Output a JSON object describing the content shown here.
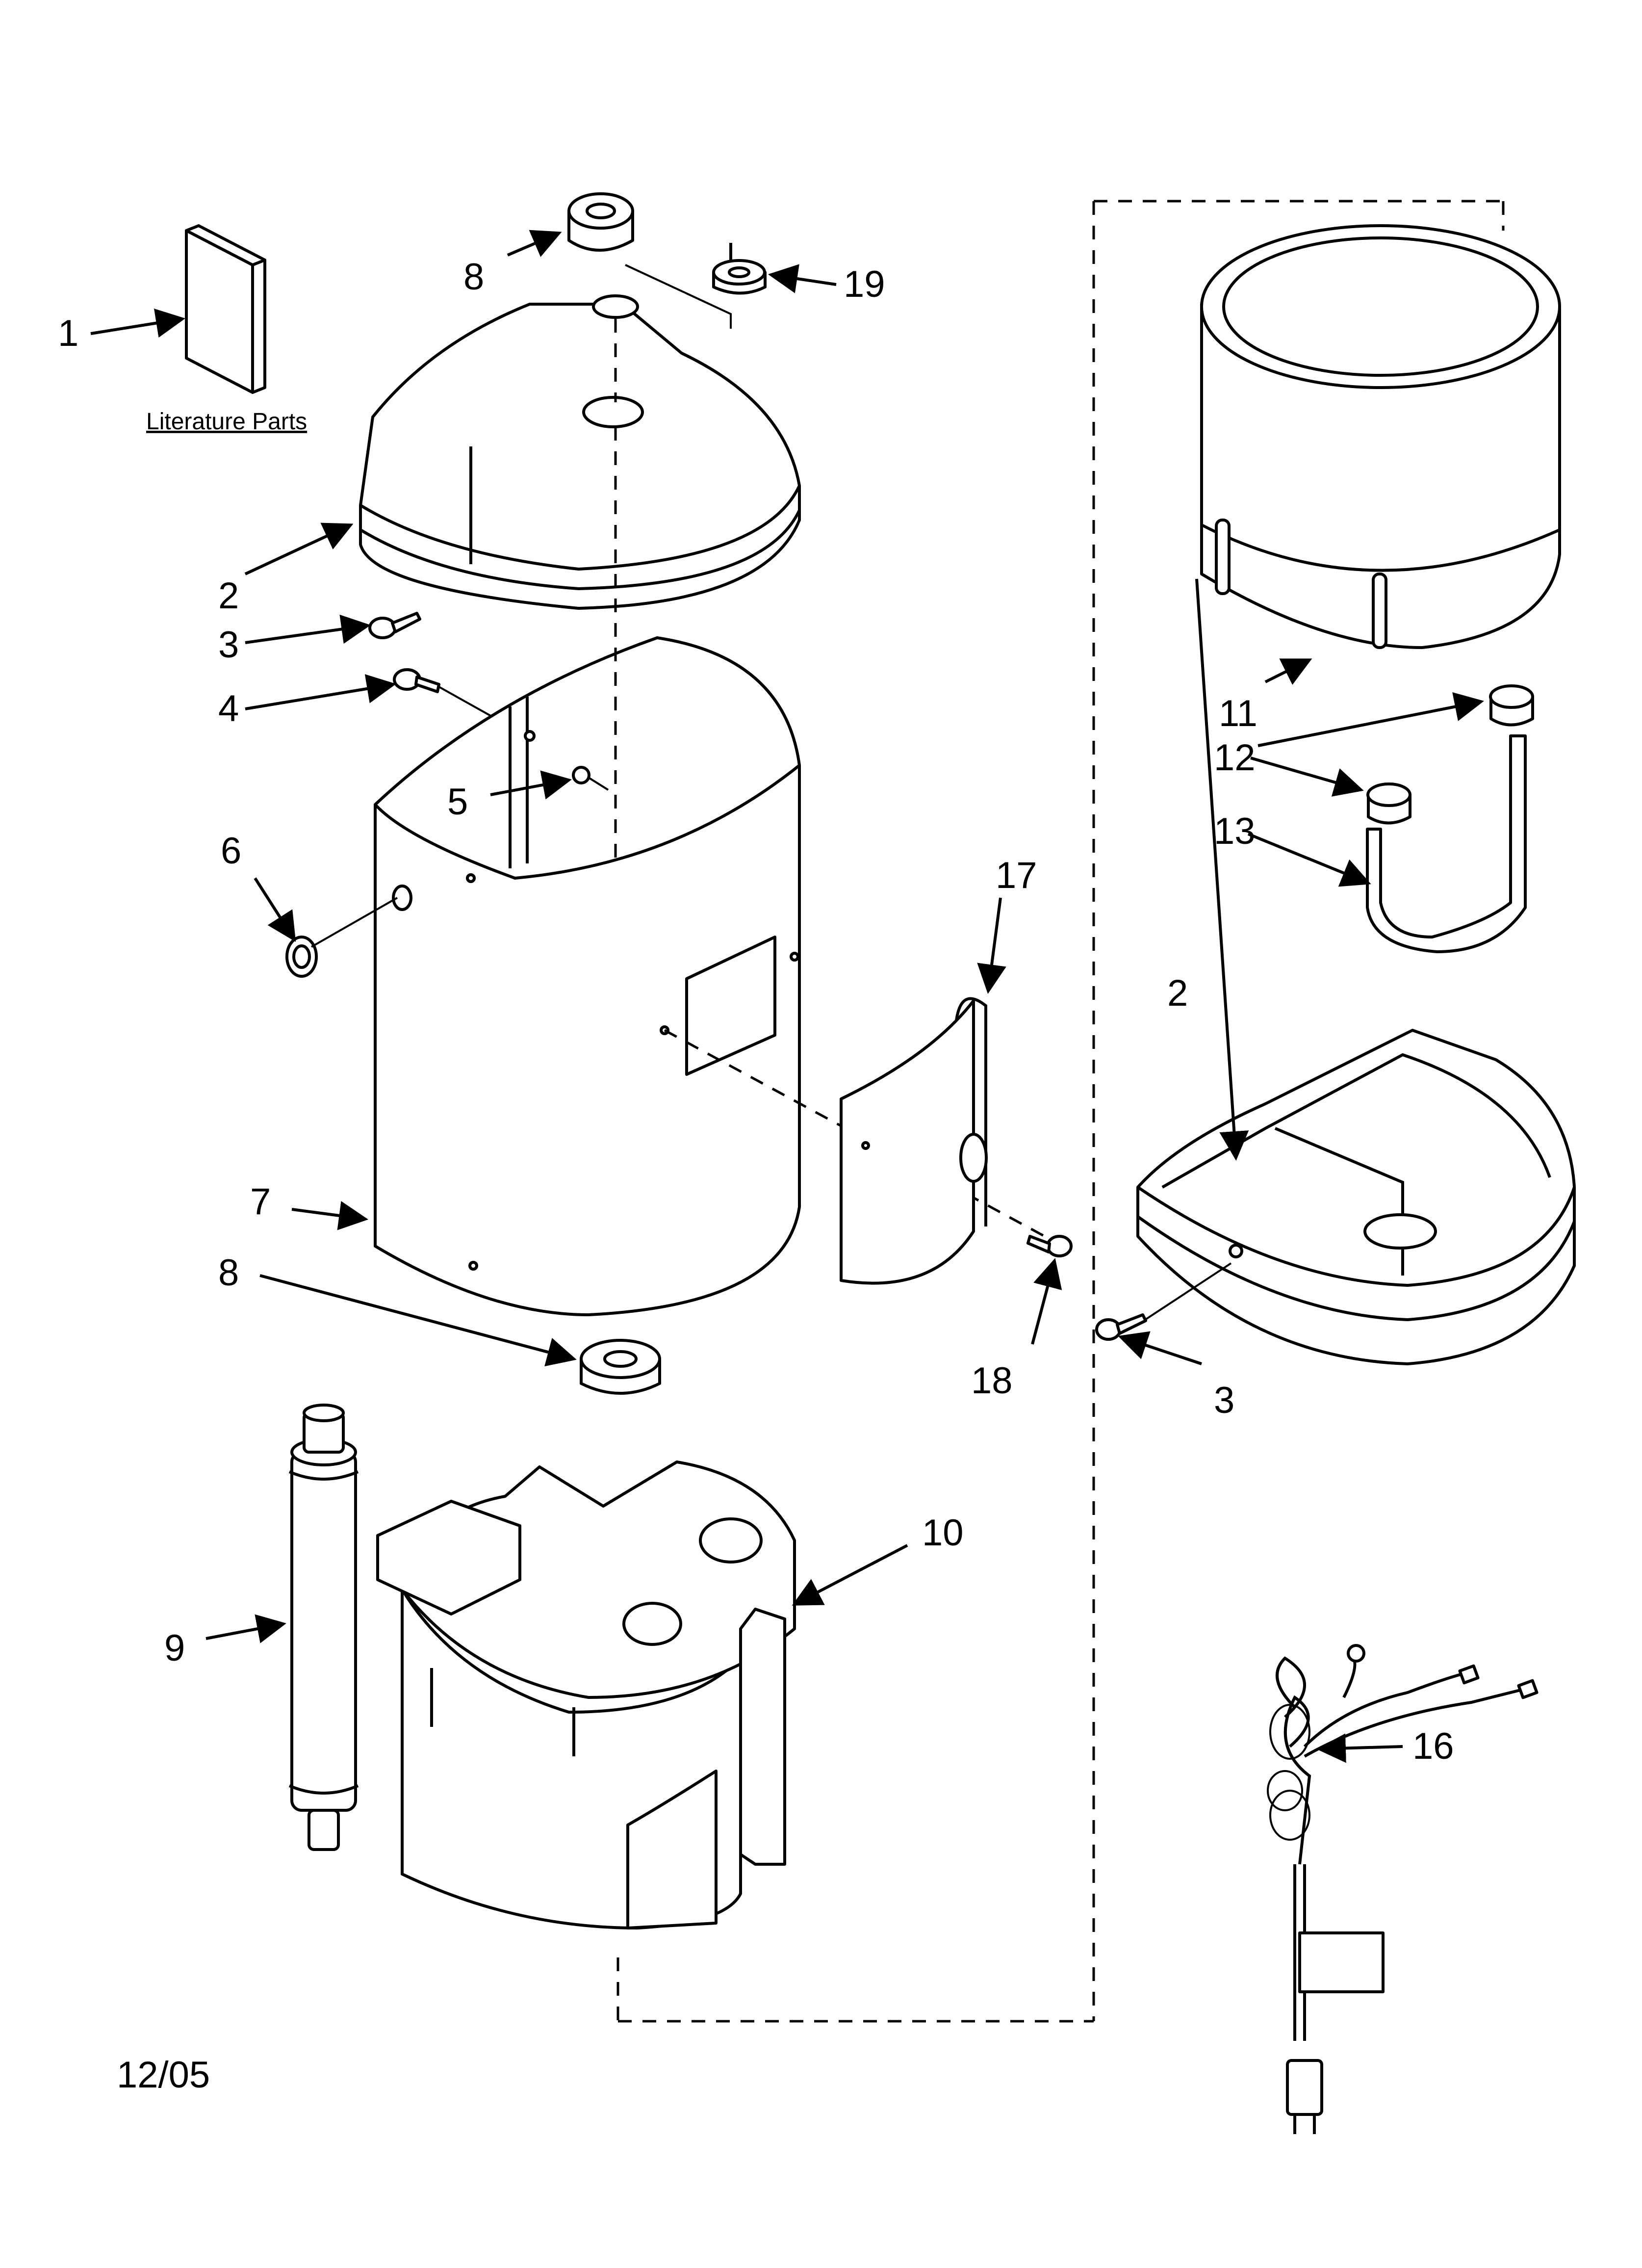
{
  "literature_caption": "Literature Parts",
  "date_code": "12/05",
  "callouts": {
    "c1": "1",
    "c2_top": "2",
    "c3_top": "3",
    "c4": "4",
    "c5": "5",
    "c6": "6",
    "c7": "7",
    "c8_top": "8",
    "c8_bottom": "8",
    "c9": "9",
    "c10": "10",
    "c11": "11",
    "c12": "12",
    "c13": "13",
    "c16": "16",
    "c17": "17",
    "c18": "18",
    "c19": "19",
    "c2_right": "2",
    "c3_right": "3"
  }
}
